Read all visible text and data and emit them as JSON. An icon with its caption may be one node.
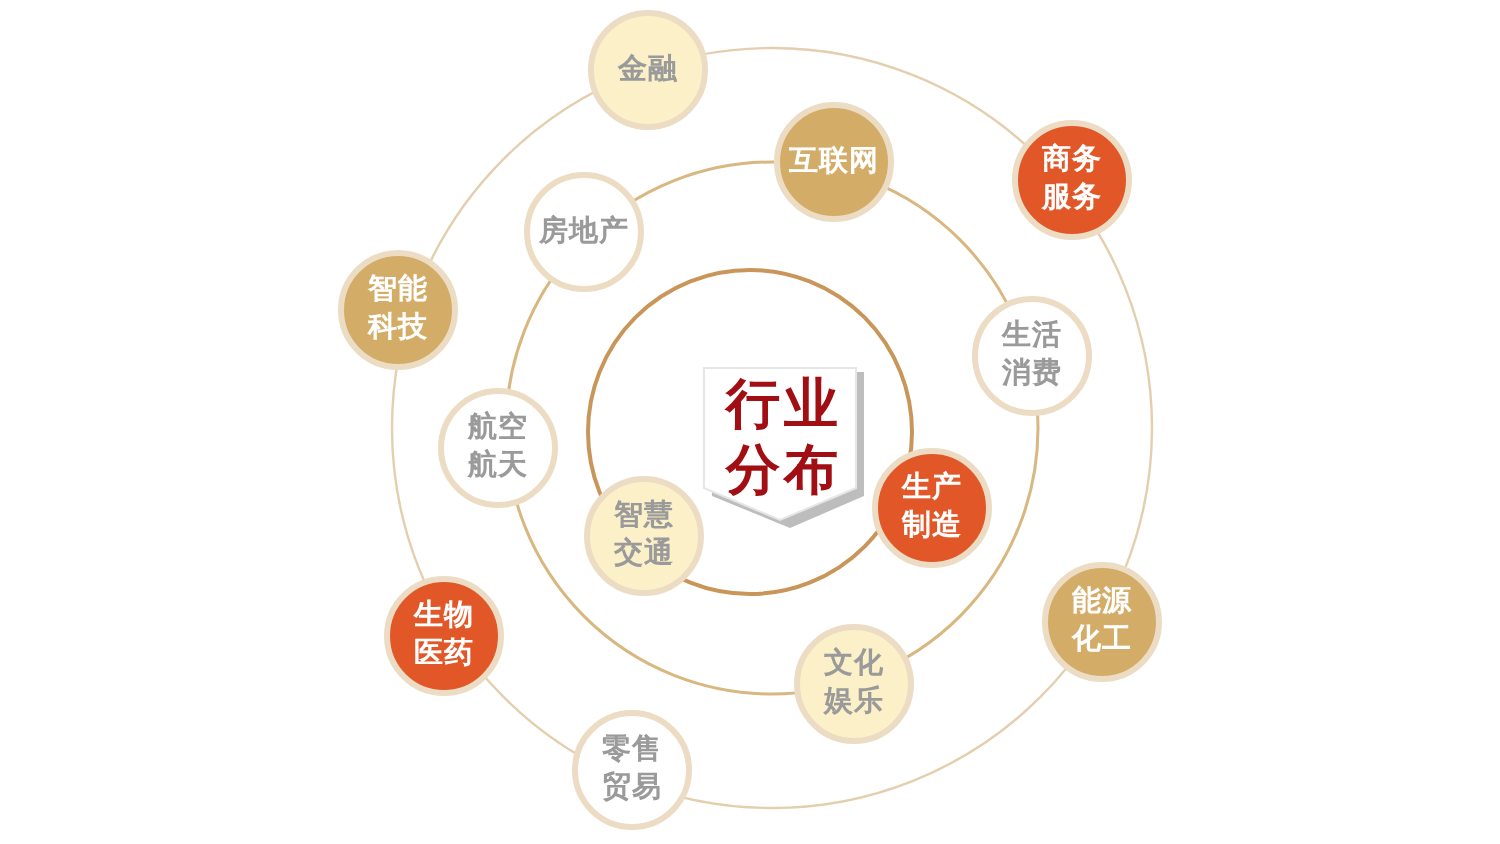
{
  "diagram": {
    "nodes": [
      {
        "text": [
          "行业分布"
        ]
      },
      {
        "text": [
          "金融"
        ]
      },
      {
        "text": [
          "互联网"
        ]
      },
      {
        "text": [
          "商务服务"
        ]
      },
      {
        "text": [
          "房地产"
        ]
      },
      {
        "text": [
          "智能科技"
        ]
      },
      {
        "text": [
          "生活消费"
        ]
      },
      {
        "text": [
          "航空航天"
        ]
      },
      {
        "text": [
          "生产制造"
        ]
      },
      {
        "text": [
          "智慧交通"
        ]
      },
      {
        "text": [
          "生物医药"
        ]
      },
      {
        "text": [
          "能源化工"
        ]
      },
      {
        "text": [
          "文化娱乐"
        ]
      },
      {
        "text": [
          "零售贸易"
        ]
      }
    ]
  }
}
